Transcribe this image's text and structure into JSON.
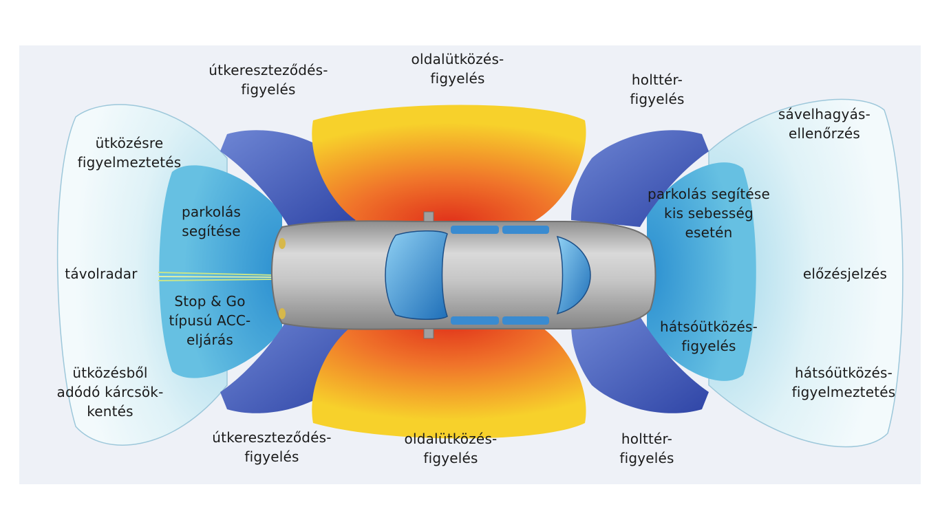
{
  "labels": {
    "top_left_cross": [
      "útkereszteződés-",
      "figyelés"
    ],
    "top_side": [
      "oldalütközés-",
      "figyelés"
    ],
    "top_blindspot": [
      "holttér-",
      "figyelés"
    ],
    "lane_departure": [
      "sávelhagyás-",
      "ellenőrzés"
    ],
    "collision_warning": [
      "ütközésre",
      "figyelmeztetés"
    ],
    "parking_front": [
      "parkolás",
      "segítése"
    ],
    "parking_low_speed": [
      "parkolás segítése",
      "kis sebesség",
      "esetén"
    ],
    "long_radar": [
      "távolradar"
    ],
    "overtake": [
      "előzésjelzés"
    ],
    "acc": [
      "Stop & Go",
      "típusú ACC-",
      "eljárás"
    ],
    "rear_collision": [
      "hátsóütközés-",
      "figyelés"
    ],
    "damage_reduction": [
      "ütközésből",
      "adódó kárcsök-",
      "kentés"
    ],
    "rear_collision_warning": [
      "hátsóütközés-",
      "figyelmeztetés"
    ],
    "bottom_left_cross": [
      "útkereszteződés-",
      "figyelés"
    ],
    "bottom_side": [
      "oldalütközés-",
      "figyelés"
    ],
    "bottom_blindspot": [
      "holttér-",
      "figyelés"
    ]
  },
  "colors": {
    "background_panel": "#eef1f7",
    "outer_zone": "#d9f0f6",
    "mid_zone": "#3fa3d2",
    "corner_zone": "#4a5fb8",
    "side_zone_core": "#e6401a",
    "side_zone_edge": "#f6cf2a",
    "car_body": "#bdbdbd",
    "glass": "#2f86c8"
  }
}
